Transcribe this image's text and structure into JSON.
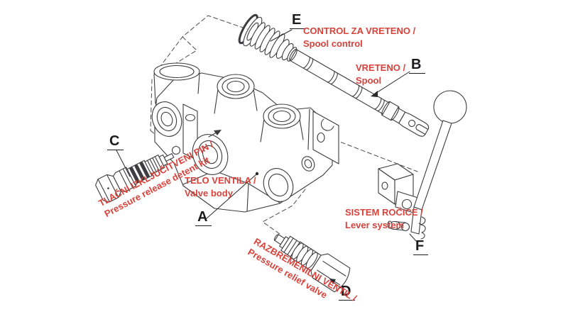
{
  "diagram": {
    "type": "exploded-view technical drawing of hydraulic directional valve",
    "colors": {
      "background": "#ffffff",
      "line_dark": "#3c3c3f",
      "label_red": "#d8423b",
      "letter_black": "#1b1b1d"
    },
    "callouts": [
      {
        "letter": "A",
        "label_sl": "TELO VENTILA /",
        "label_en": "Valve body"
      },
      {
        "letter": "B",
        "label_sl": "VRETENO /",
        "label_en": "Spool"
      },
      {
        "letter": "C",
        "label_sl": "TLAČNI IZKLJUČITVENI PIN /",
        "label_en": "Pressure release detent kit"
      },
      {
        "letter": "D",
        "label_sl": "RAZBREMENILNI VENTIL /",
        "label_en": "Pressure relief valve"
      },
      {
        "letter": "E",
        "label_sl": "CONTROL ZA VRETENO /",
        "label_en": "Spool control"
      },
      {
        "letter": "F",
        "label_sl": "SISTEM ROČICE /",
        "label_en": "Lever system"
      }
    ]
  }
}
